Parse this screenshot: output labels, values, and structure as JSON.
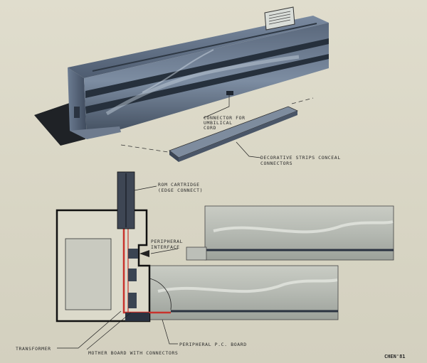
{
  "labels": {
    "umbilical_1": "CONNECTOR FOR",
    "umbilical_2": "UMBILICAL",
    "umbilical_3": "CORD",
    "strips_1": "DECORATIVE STRIPS CONCEAL",
    "strips_2": "CONNECTORS",
    "rom_1": "ROM CARTRIDGE",
    "rom_2": "(EDGE CONNECT)",
    "peripheral_1": "PERIPHERAL",
    "peripheral_2": "INTERFACE",
    "transformer": "TRANSFORMER",
    "motherboard": "MOTHER BOARD WITH CONNECTORS",
    "pc_board": "PERIPHERAL P.C. BOARD",
    "signature": "CHEN'81"
  },
  "colors": {
    "body_dark": "#3a4656",
    "body_mid": "#5c6a7c",
    "body_light": "#8a9aae",
    "board_red": "#c8322c",
    "ink": "#1e1e1e"
  }
}
